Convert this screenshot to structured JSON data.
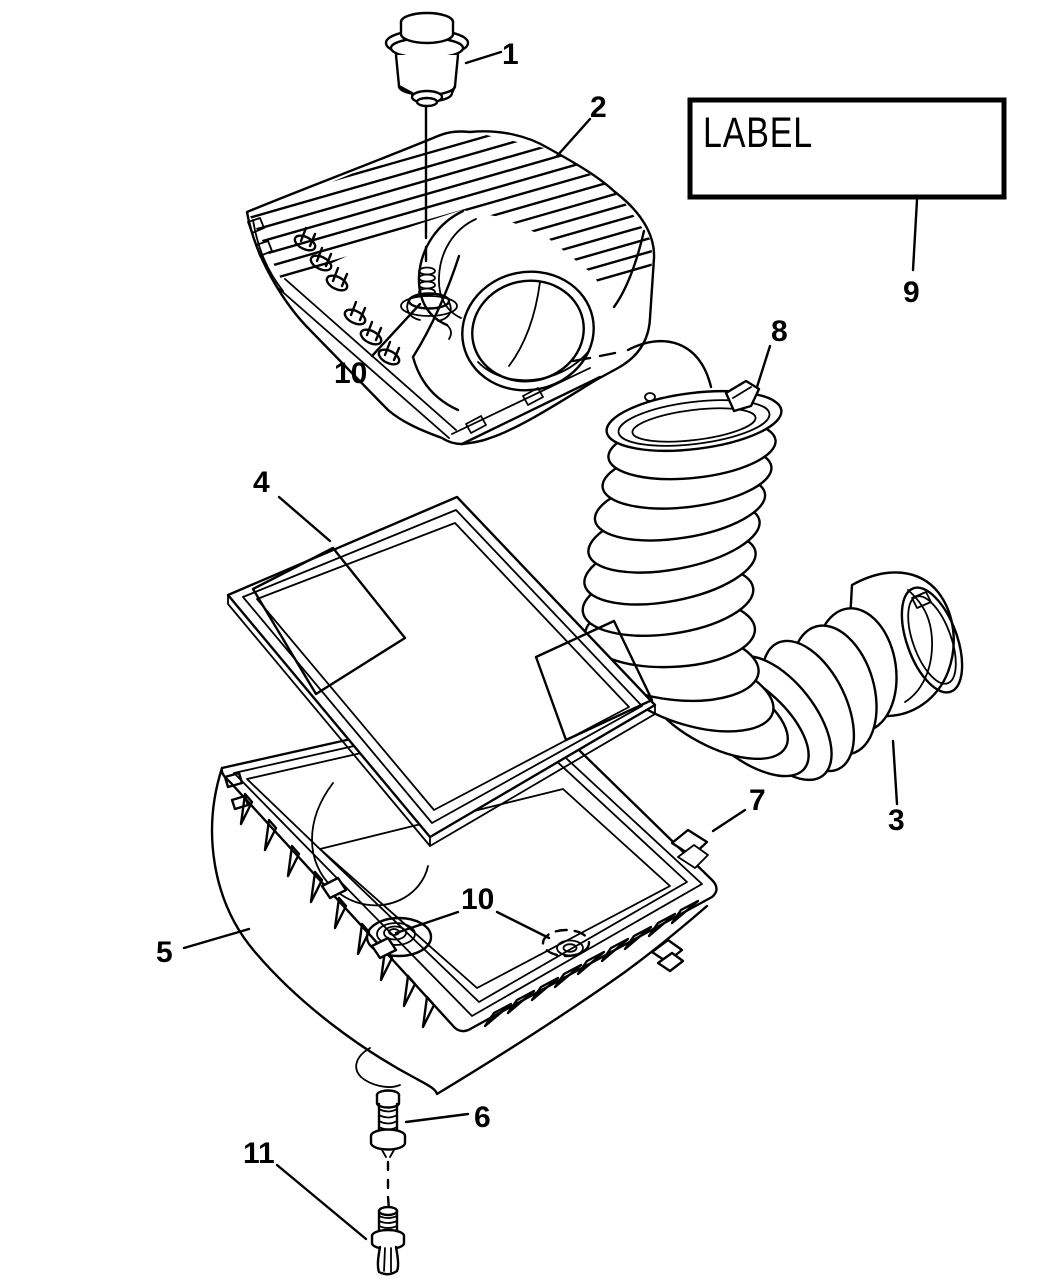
{
  "diagram": {
    "background_color": "#ffffff",
    "line_color": "#000000",
    "label_box": {
      "text": "LABEL"
    },
    "callouts": [
      "1",
      "2",
      "3",
      "4",
      "5",
      "6",
      "7",
      "8",
      "9",
      "10",
      "10",
      "11"
    ]
  }
}
